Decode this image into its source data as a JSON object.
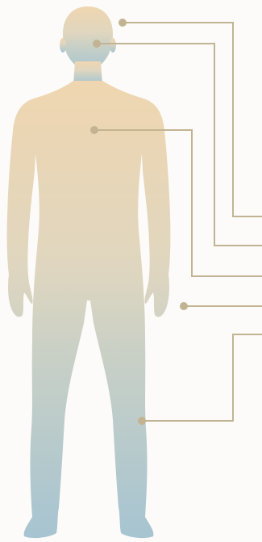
{
  "figure": {
    "kind": "anatomy-callout-diagram",
    "body_gradient": [
      "#efd6b0",
      "#e0d6bf",
      "#c9d0c6",
      "#a6c4d1"
    ],
    "callout_color": "#c2b492",
    "background": "#fcfbf9"
  },
  "callouts": [
    {
      "id": "head-top",
      "label": ""
    },
    {
      "id": "head-face",
      "label": ""
    },
    {
      "id": "chest",
      "label": ""
    },
    {
      "id": "right-hand",
      "label": ""
    },
    {
      "id": "left-leg",
      "label": ""
    }
  ]
}
